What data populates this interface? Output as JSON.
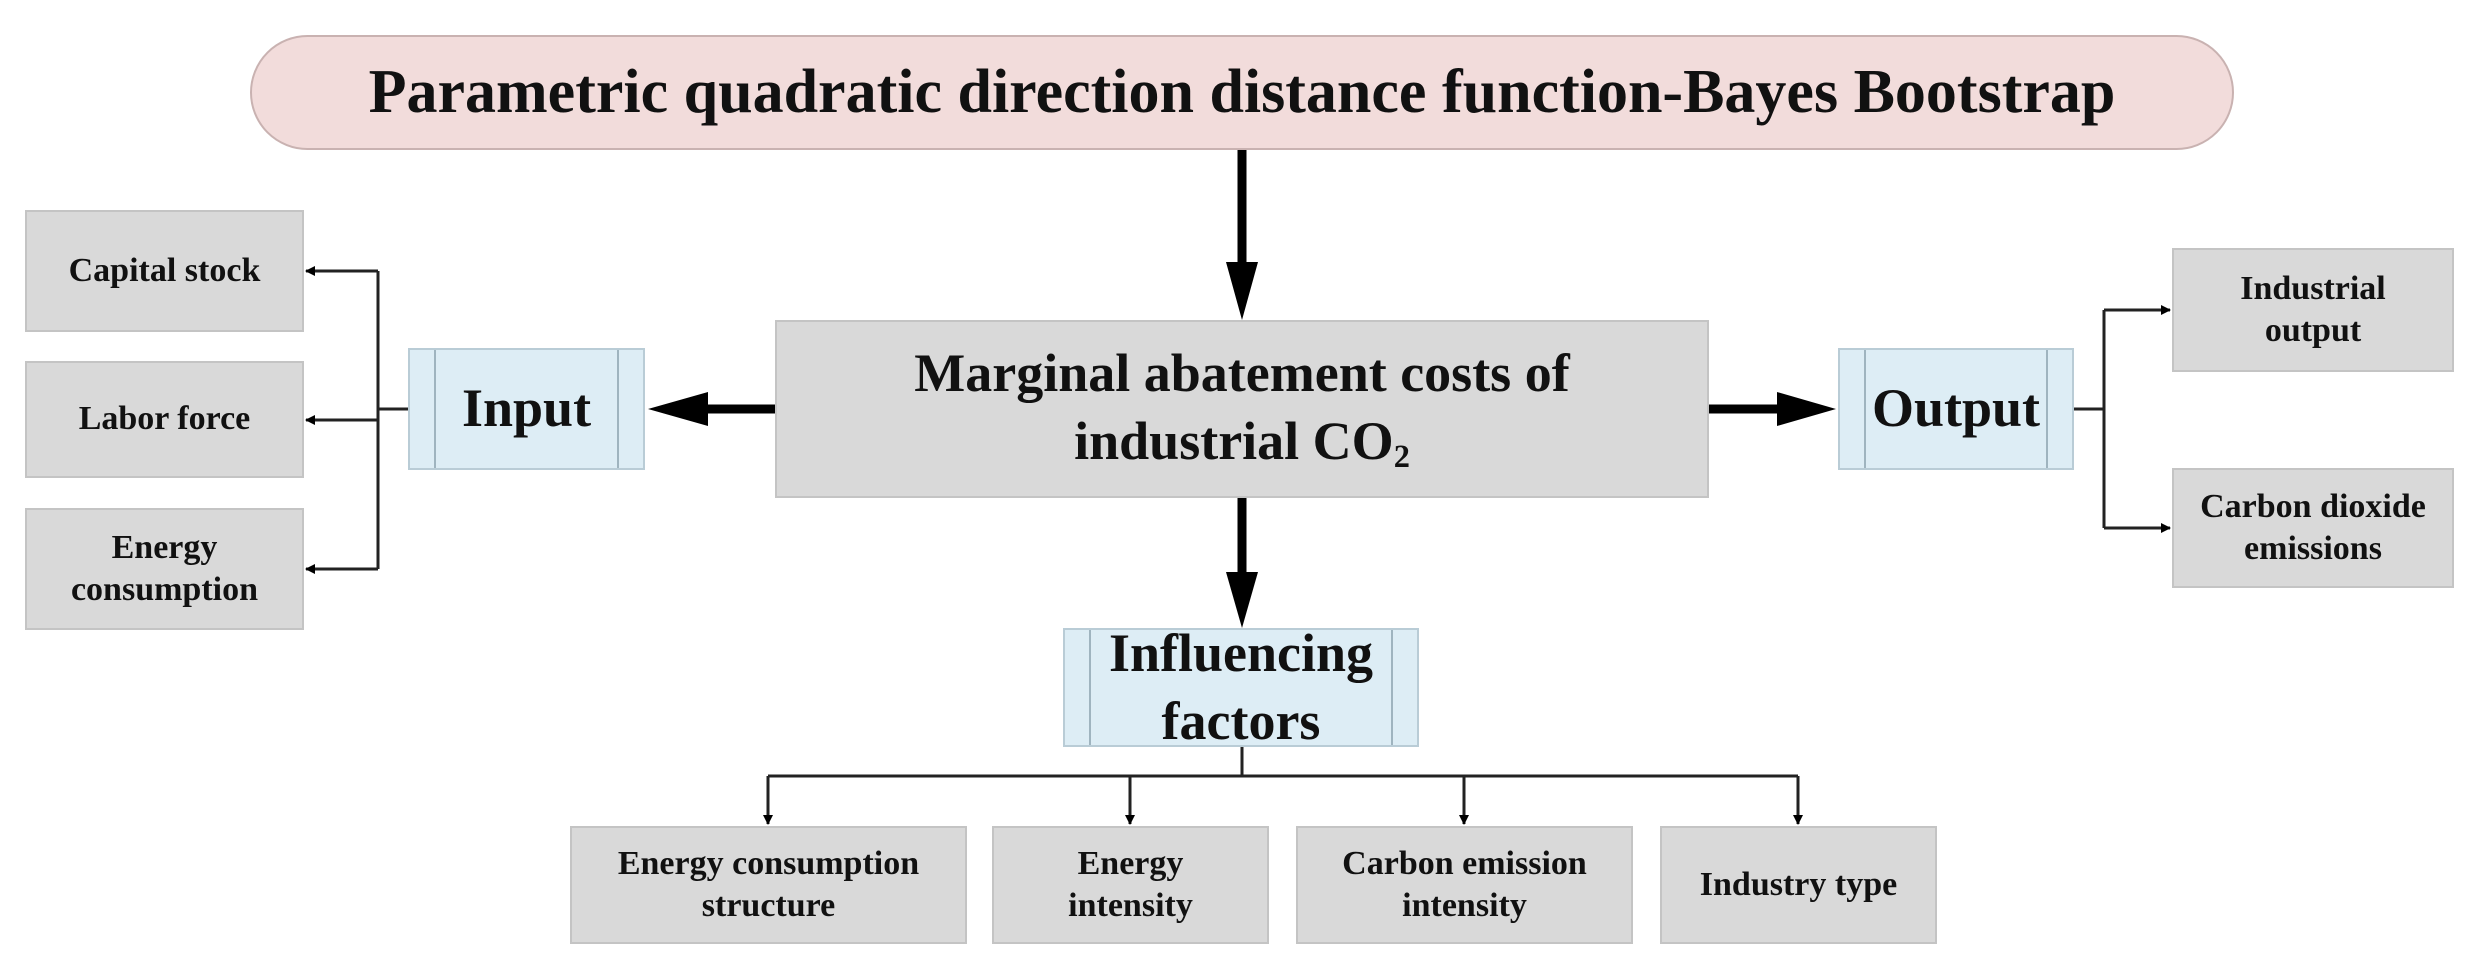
{
  "title": "Parametric quadratic direction distance function-Bayes Bootstrap",
  "center": {
    "line1": "Marginal abatement costs of",
    "line2_prefix": "industrial CO",
    "line2_sub": "2"
  },
  "input": {
    "label": "Input",
    "items": [
      "Capital stock",
      "Labor force",
      "Energy consumption"
    ]
  },
  "output": {
    "label": "Output",
    "items": [
      "Industrial output",
      "Carbon dioxide emissions"
    ]
  },
  "factors": {
    "label": "Influencing factors",
    "items": [
      "Energy consumption structure",
      "Energy intensity",
      "Carbon emission intensity",
      "Industry type"
    ]
  },
  "colors": {
    "title_fill": "#f2dcdb",
    "box_fill": "#d9d9d9",
    "category_fill": "#ddedf5",
    "arrow": "#000000"
  }
}
